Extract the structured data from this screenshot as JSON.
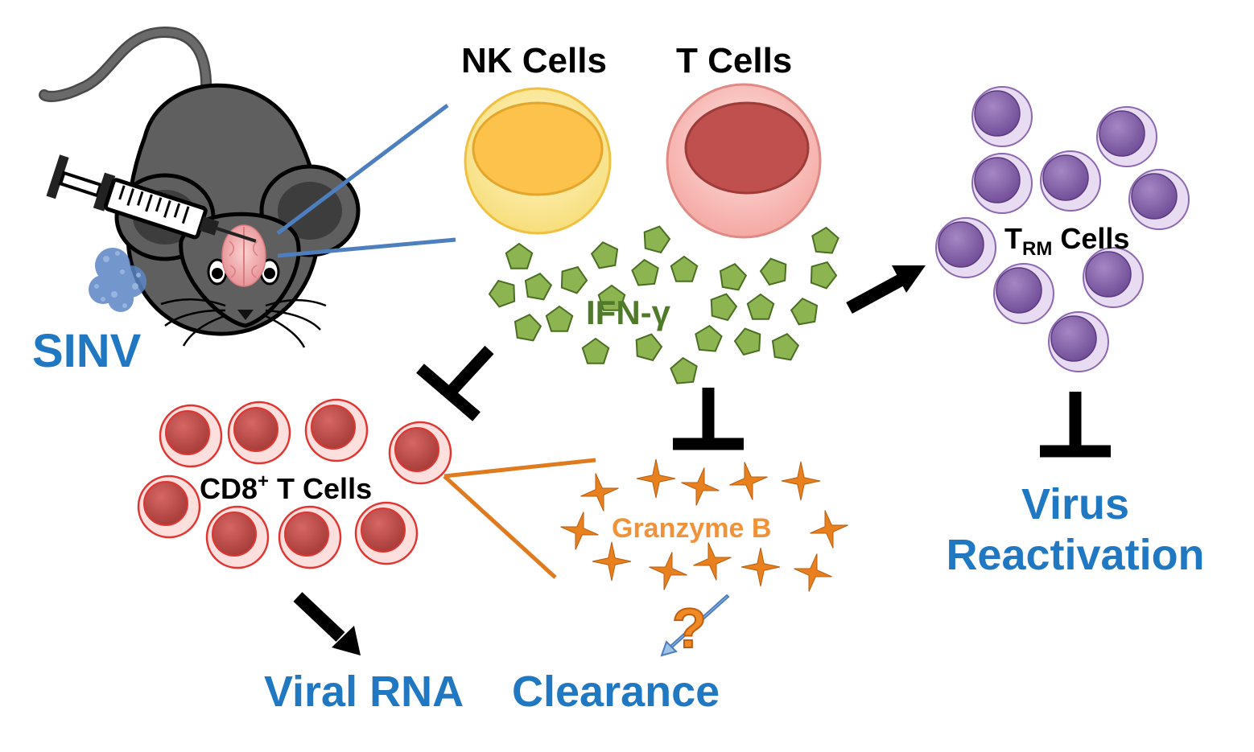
{
  "labels": {
    "nk_cells": "NK Cells",
    "t_cells": "T Cells",
    "ifn": "IFN-γ",
    "trm_main": "T",
    "trm_sub": "RM",
    "trm_rest": " Cells",
    "sinv": "SINV",
    "cd8_main": "CD8",
    "cd8_sup": "+",
    "cd8_rest": " T Cells",
    "granzyme": "Granzyme B",
    "question": "?",
    "virus": "Virus",
    "reactivation": "Reactivation",
    "viral_rna": "Viral RNA",
    "clearance": "Clearance"
  },
  "colors": {
    "blue_text": "#1f78c1",
    "ifn_green": "#4f7a2a",
    "pentagon_fill": "#8cb552",
    "granzyme_orange": "#f0923a",
    "star_orange": "#e8801e",
    "nk_outer": "#fbe9a0",
    "nk_inner": "#fcc24c",
    "t_outer": "#fbc4c0",
    "t_inner": "#c0504d",
    "trm_purple": "#8d67b0",
    "cd8_red": "#c8504d",
    "mouse_gray": "#5f5f5f",
    "line_blue": "#4d7fbf"
  },
  "icons": [
    "mouse-icon",
    "syringe-icon",
    "brain-icon",
    "virus-particles-icon",
    "arrow-icon",
    "inhibit-icon",
    "question-mark-icon"
  ]
}
